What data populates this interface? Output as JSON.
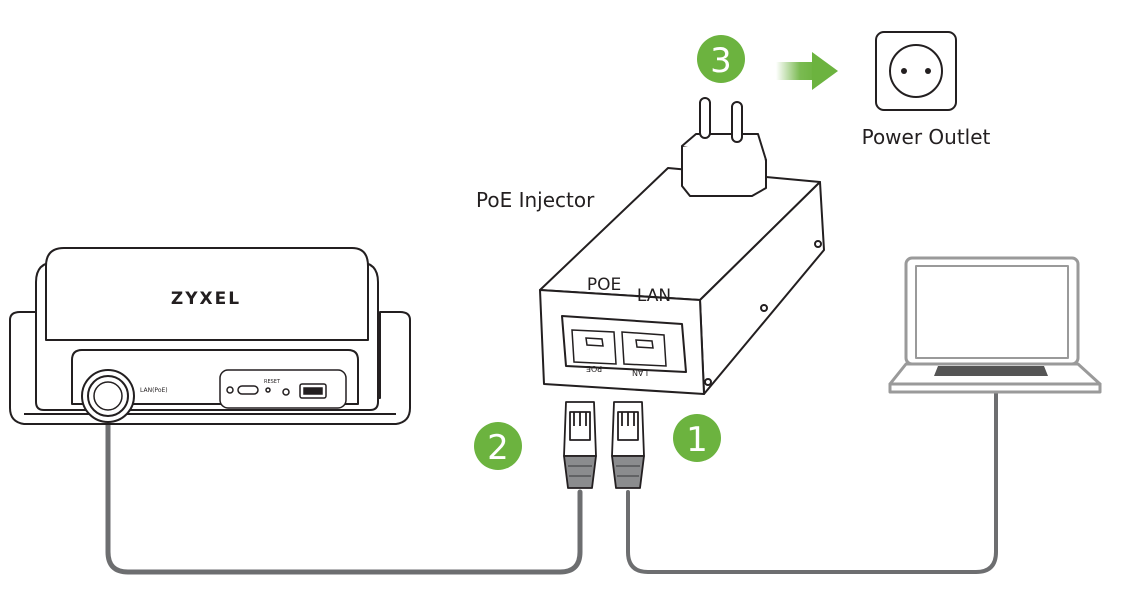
{
  "labels": {
    "poe_injector": "PoE Injector",
    "power_outlet": "Power Outlet",
    "port_poe": "POE",
    "port_lan": "LAN",
    "port_poe_small": "POE",
    "port_lan_small": "LAN"
  },
  "device": {
    "brand": "ZYXEL",
    "port_label": "LAN(PoE)",
    "reset_label": "RESET"
  },
  "steps": [
    {
      "number": "1"
    },
    {
      "number": "2"
    },
    {
      "number": "3"
    }
  ],
  "colors": {
    "step_badge": "#6cb33f",
    "arrow": "#6cb33f",
    "line": "#231f20",
    "cable": "#6d6e70",
    "device_fill": "#ffffff"
  }
}
